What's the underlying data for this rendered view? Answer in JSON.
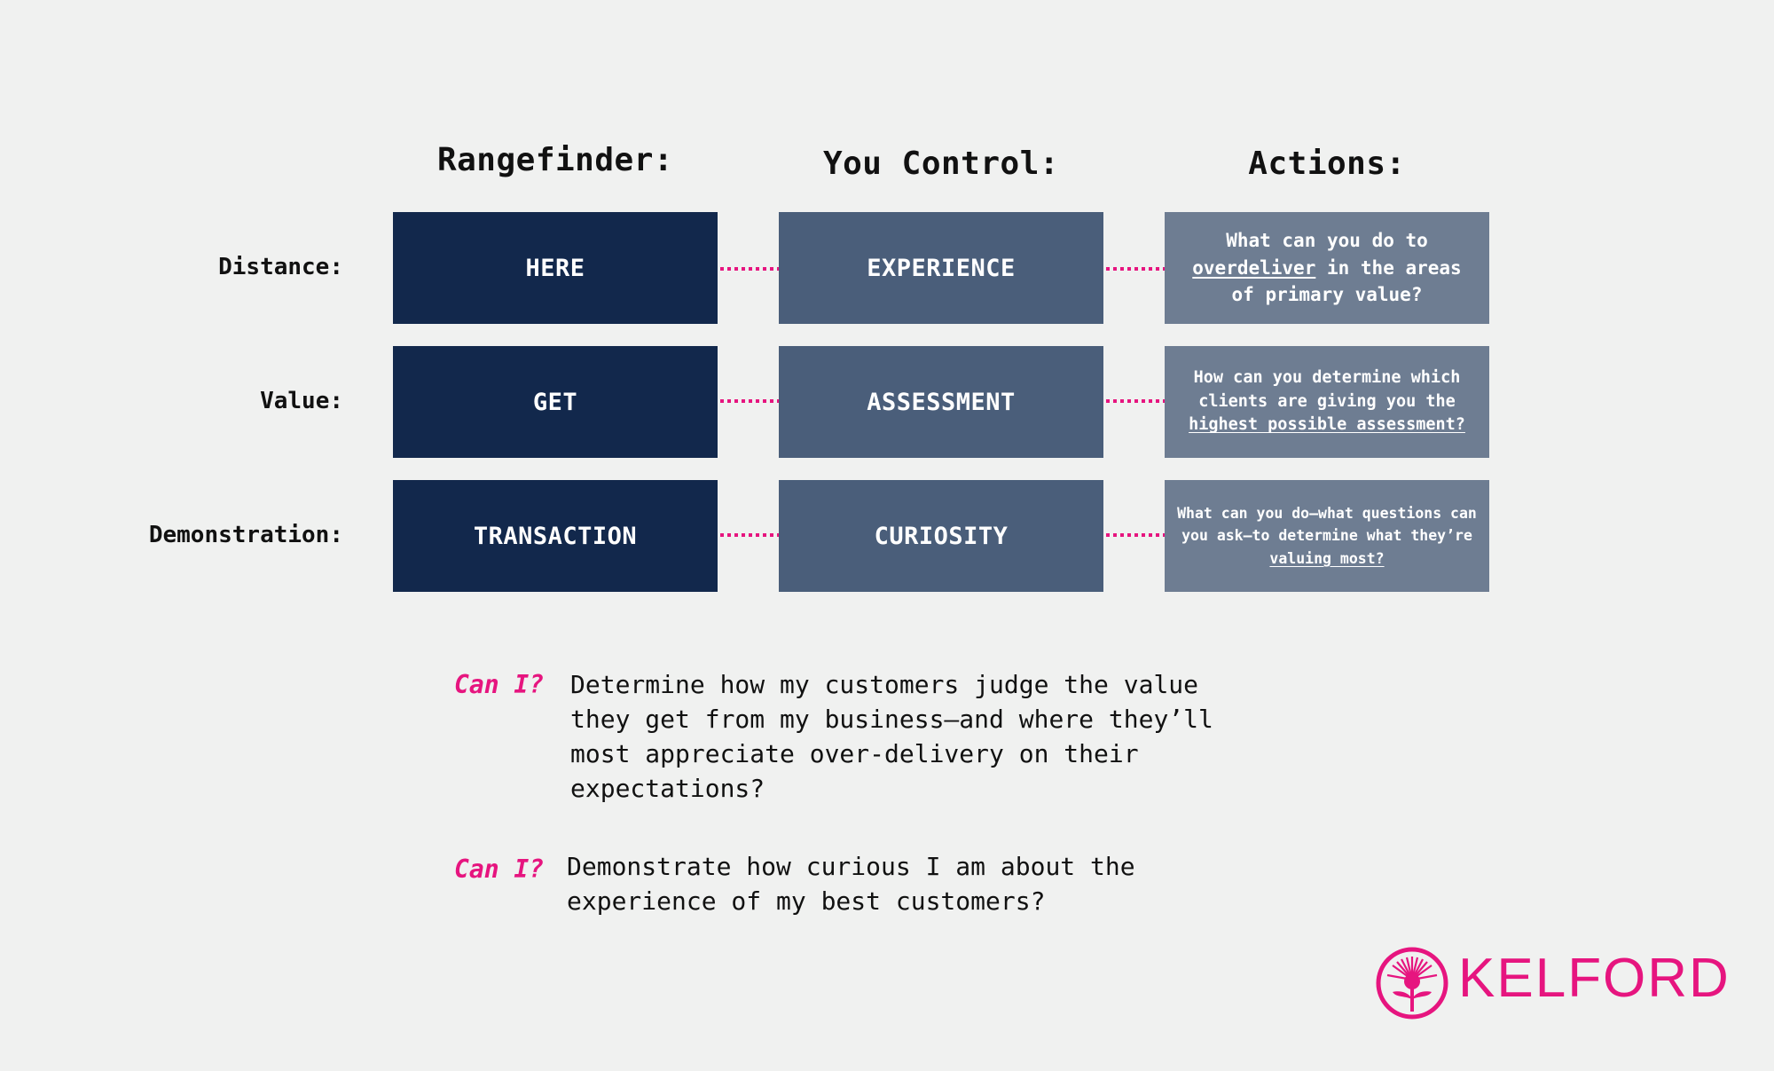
{
  "headers": {
    "rangefinder": "Rangefinder:",
    "you_control": "You Control:",
    "actions": "Actions:"
  },
  "rows": [
    {
      "label": "Distance:",
      "rangefinder": "HERE",
      "control": "EXPERIENCE",
      "action": {
        "parts": [
          {
            "text": "What can you do to ",
            "u": false
          },
          {
            "text": "overdeliver",
            "u": true
          },
          {
            "text": " in the areas of primary value?",
            "u": false
          }
        ]
      }
    },
    {
      "label": "Value:",
      "rangefinder": "GET",
      "control": "ASSESSMENT",
      "action": {
        "parts": [
          {
            "text": "How can you determine which clients are giving you the ",
            "u": false
          },
          {
            "text": "highest possible assessment?",
            "u": true
          }
        ]
      }
    },
    {
      "label": "Demonstration:",
      "rangefinder": "TRANSACTION",
      "control": "CURIOSITY",
      "action": {
        "parts": [
          {
            "text": "What can you do—what questions can you ask—to determine what they’re ",
            "u": false
          },
          {
            "text": "valuing most?",
            "u": true
          }
        ]
      }
    }
  ],
  "questions": [
    {
      "label": "Can I?",
      "text": "Determine how my customers judge the value\nthey get from my business—and where they’ll\nmost appreciate over-delivery on their\nexpectations?"
    },
    {
      "label": "Can I?",
      "text": "Demonstrate how curious I am about the\nexperience of my best customers?"
    }
  ],
  "logo": {
    "name": "KELFORD",
    "icon": "sunburst-flower-icon"
  },
  "colors": {
    "background": "#f0f1f0",
    "dark_box": "#12284c",
    "mid_box": "#4a5e7a",
    "light_box": "#6e7d92",
    "accent": "#e6157f"
  }
}
